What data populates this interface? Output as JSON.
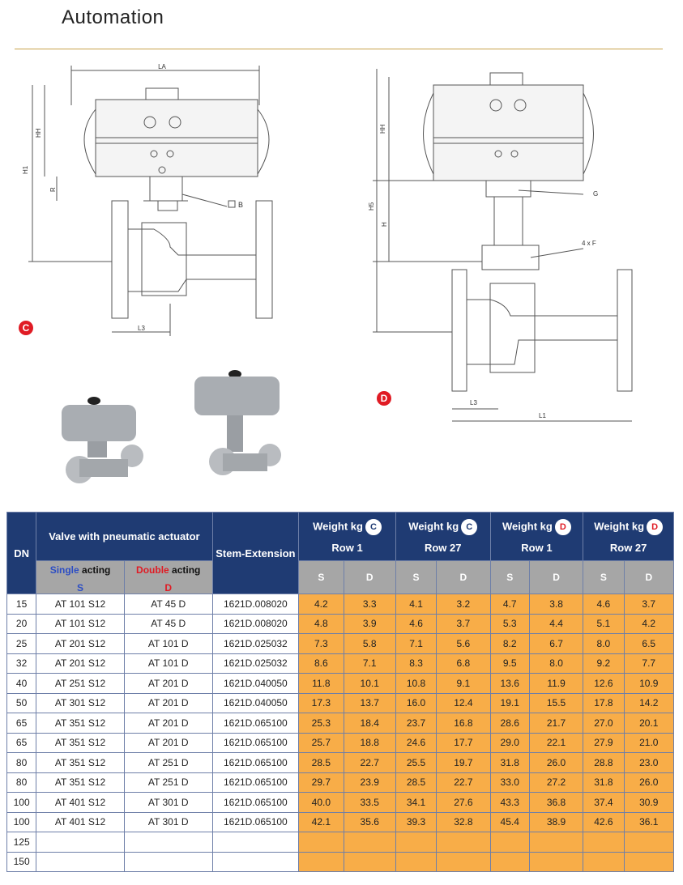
{
  "page": {
    "title": "Automation"
  },
  "figures": {
    "c_badge": "C",
    "d_badge": "D",
    "c_dims": {
      "la": "LA",
      "hh": "HH",
      "h1": "H1",
      "r": "R",
      "b": "B",
      "l3": "L3"
    },
    "d_dims": {
      "hh": "HH",
      "h5": "H5",
      "h": "H",
      "g": "G",
      "f": "4 x F",
      "l3": "L3",
      "l1": "L1"
    }
  },
  "table": {
    "header": {
      "dn": "DN",
      "valve": "Valve with pneumatic actuator",
      "single_a": "Single",
      "single_b": "acting",
      "double_a": "Double",
      "double_b": "acting",
      "s": "S",
      "d": "D",
      "stem": "Stem-Extension",
      "weight": "Weight kg",
      "groups": [
        {
          "badge": "C",
          "row": "Row 1"
        },
        {
          "badge": "C",
          "row": "Row 27"
        },
        {
          "badge": "D",
          "row": "Row 1"
        },
        {
          "badge": "D",
          "row": "Row 27"
        }
      ]
    },
    "rows": [
      [
        "15",
        "AT 101 S12",
        "AT 45 D",
        "1621D.008020",
        "4.2",
        "3.3",
        "4.1",
        "3.2",
        "4.7",
        "3.8",
        "4.6",
        "3.7"
      ],
      [
        "20",
        "AT 101 S12",
        "AT 45 D",
        "1621D.008020",
        "4.8",
        "3.9",
        "4.6",
        "3.7",
        "5.3",
        "4.4",
        "5.1",
        "4.2"
      ],
      [
        "25",
        "AT 201 S12",
        "AT 101 D",
        "1621D.025032",
        "7.3",
        "5.8",
        "7.1",
        "5.6",
        "8.2",
        "6.7",
        "8.0",
        "6.5"
      ],
      [
        "32",
        "AT 201 S12",
        "AT 101 D",
        "1621D.025032",
        "8.6",
        "7.1",
        "8.3",
        "6.8",
        "9.5",
        "8.0",
        "9.2",
        "7.7"
      ],
      [
        "40",
        "AT 251 S12",
        "AT 201 D",
        "1621D.040050",
        "11.8",
        "10.1",
        "10.8",
        "9.1",
        "13.6",
        "11.9",
        "12.6",
        "10.9"
      ],
      [
        "50",
        "AT 301 S12",
        "AT 201 D",
        "1621D.040050",
        "17.3",
        "13.7",
        "16.0",
        "12.4",
        "19.1",
        "15.5",
        "17.8",
        "14.2"
      ],
      [
        "65",
        "AT 351 S12",
        "AT 201 D",
        "1621D.065100",
        "25.3",
        "18.4",
        "23.7",
        "16.8",
        "28.6",
        "21.7",
        "27.0",
        "20.1"
      ],
      [
        "65",
        "AT 351 S12",
        "AT 201 D",
        "1621D.065100",
        "25.7",
        "18.8",
        "24.6",
        "17.7",
        "29.0",
        "22.1",
        "27.9",
        "21.0"
      ],
      [
        "80",
        "AT 351 S12",
        "AT 251 D",
        "1621D.065100",
        "28.5",
        "22.7",
        "25.5",
        "19.7",
        "31.8",
        "26.0",
        "28.8",
        "23.0"
      ],
      [
        "80",
        "AT 351 S12",
        "AT 251 D",
        "1621D.065100",
        "29.7",
        "23.9",
        "28.5",
        "22.7",
        "33.0",
        "27.2",
        "31.8",
        "26.0"
      ],
      [
        "100",
        "AT 401 S12",
        "AT 301 D",
        "1621D.065100",
        "40.0",
        "33.5",
        "34.1",
        "27.6",
        "43.3",
        "36.8",
        "37.4",
        "30.9"
      ],
      [
        "100",
        "AT 401 S12",
        "AT 301 D",
        "1621D.065100",
        "42.1",
        "35.6",
        "39.3",
        "32.8",
        "45.4",
        "38.9",
        "42.6",
        "36.1"
      ],
      [
        "125",
        "",
        "",
        "",
        "",
        "",
        "",
        "",
        "",
        "",
        "",
        ""
      ],
      [
        "150",
        "",
        "",
        "",
        "",
        "",
        "",
        "",
        "",
        "",
        "",
        ""
      ]
    ]
  }
}
